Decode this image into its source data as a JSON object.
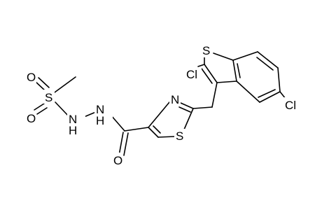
{
  "molecule": {
    "atoms": {
      "s_sulfonyl": "S",
      "o_sulfonyl_top": "O",
      "o_sulfonyl_bottom": "O",
      "n_sulfonamide": "NH",
      "n_hydrazide": "NH",
      "o_carbonyl": "O",
      "n_thiazole": "N",
      "s_thiazole": "S",
      "s_thiophene": "S",
      "cl_thiophene": "Cl",
      "cl_benzene": "Cl"
    }
  }
}
